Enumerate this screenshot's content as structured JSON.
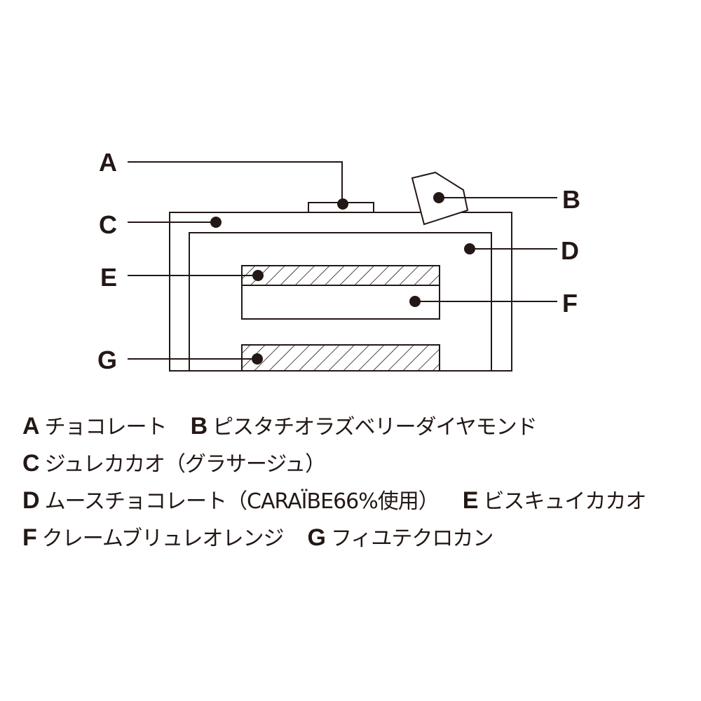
{
  "diagram": {
    "markers": [
      "A",
      "B",
      "C",
      "D",
      "E",
      "F",
      "G"
    ]
  },
  "legend": [
    {
      "key": "A",
      "text": "チョコレート"
    },
    {
      "key": "B",
      "text": "ピスタチオラズベリーダイヤモンド"
    },
    {
      "key": "C",
      "text": "ジュレカカオ（グラサージュ）"
    },
    {
      "key": "D",
      "text": "ムースチョコレート（CARAÏBE66%使用）"
    },
    {
      "key": "E",
      "text": "ビスキュイカカオ"
    },
    {
      "key": "F",
      "text": "クレームブリュレオレンジ"
    },
    {
      "key": "G",
      "text": "フィユテクロカン"
    }
  ],
  "colors": {
    "ink": "#231815",
    "background": "#ffffff"
  }
}
